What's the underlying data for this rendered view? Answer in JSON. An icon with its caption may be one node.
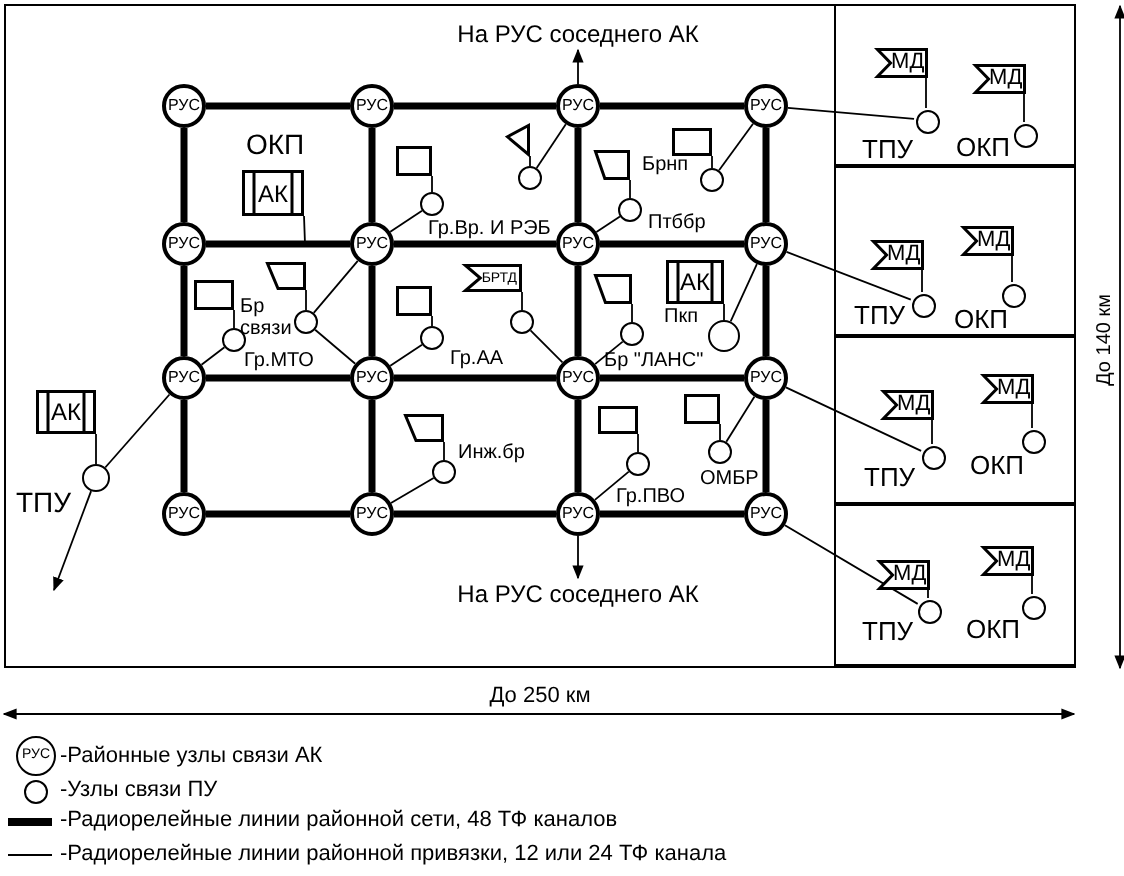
{
  "diagram": {
    "nodes": [
      {
        "text": [
          "На РУС соседнего АК"
        ]
      },
      {
        "text": [
          "РУС"
        ]
      },
      {
        "text": [
          "РУС"
        ]
      },
      {
        "text": [
          "РУС"
        ]
      },
      {
        "text": [
          "РУС"
        ]
      },
      {
        "text": [
          "РУС"
        ]
      },
      {
        "text": [
          "РУС"
        ]
      },
      {
        "text": [
          "РУС"
        ]
      },
      {
        "text": [
          "РУС"
        ]
      },
      {
        "text": [
          "РУС"
        ]
      },
      {
        "text": [
          "РУС"
        ]
      },
      {
        "text": [
          "РУС"
        ]
      },
      {
        "text": [
          "РУС"
        ]
      },
      {
        "text": [
          "РУС"
        ]
      },
      {
        "text": [
          "РУС"
        ]
      },
      {
        "text": [
          "РУС"
        ]
      },
      {
        "text": [
          "РУС"
        ]
      },
      {
        "text": [
          "На РУС соседнего АК"
        ]
      },
      {
        "text": [
          "АК"
        ],
        "beside": [
          "ОКП"
        ]
      },
      {
        "text": [],
        "shape": "flag"
      },
      {
        "text": [],
        "shape": "circle",
        "beside": [
          "Гр.Вр. И РЭБ"
        ]
      },
      {
        "text": [],
        "shape": "triangle"
      },
      {
        "text": [],
        "shape": "circle"
      },
      {
        "text": [],
        "shape": "flag"
      },
      {
        "text": [],
        "shape": "circle",
        "beside": [
          "Брнп"
        ]
      },
      {
        "text": [],
        "shape": "trapezoid"
      },
      {
        "text": [],
        "shape": "circle",
        "beside": [
          "Птббр"
        ]
      },
      {
        "text": [],
        "shape": "flag"
      },
      {
        "text": [],
        "shape": "circle",
        "beside": [
          "Гр.МТО"
        ]
      },
      {
        "text": [],
        "shape": "trapezoid"
      },
      {
        "text": [],
        "shape": "circle",
        "beside": [
          "Бр связи"
        ]
      },
      {
        "text": [],
        "shape": "flag"
      },
      {
        "text": [],
        "shape": "circle",
        "beside": [
          "Гр.АА"
        ]
      },
      {
        "text": [
          "БРТД"
        ]
      },
      {
        "text": [],
        "shape": "circle"
      },
      {
        "text": [
          "АК"
        ],
        "beside": [
          "Пкп"
        ]
      },
      {
        "text": [],
        "shape": "circle"
      },
      {
        "text": [],
        "shape": "trapezoid"
      },
      {
        "text": [],
        "shape": "circle",
        "beside": [
          "Бр \"ЛАНС\""
        ]
      },
      {
        "text": [
          "АК"
        ]
      },
      {
        "text": [],
        "shape": "circle",
        "beside": [
          "ТПУ"
        ]
      },
      {
        "text": [],
        "shape": "trapezoid"
      },
      {
        "text": [],
        "shape": "circle",
        "beside": [
          "Инж.бр"
        ]
      },
      {
        "text": [],
        "shape": "flag"
      },
      {
        "text": [],
        "shape": "circle",
        "beside": [
          "Гр.ПВО"
        ]
      },
      {
        "text": [],
        "shape": "flag"
      },
      {
        "text": [],
        "shape": "circle",
        "beside": [
          "ОМБР"
        ]
      },
      {
        "text": [],
        "shape": "box"
      },
      {
        "text": [
          "МД"
        ],
        "in": 47
      },
      {
        "text": [],
        "shape": "circle",
        "in": 47,
        "beside": [
          "ТПУ"
        ]
      },
      {
        "text": [
          "МД"
        ],
        "in": 47
      },
      {
        "text": [],
        "shape": "circle",
        "in": 47,
        "beside": [
          "ОКП"
        ]
      },
      {
        "text": [],
        "shape": "box"
      },
      {
        "text": [
          "МД"
        ],
        "in": 52
      },
      {
        "text": [],
        "shape": "circle",
        "in": 52,
        "beside": [
          "ТПУ"
        ]
      },
      {
        "text": [
          "МД"
        ],
        "in": 52
      },
      {
        "text": [],
        "shape": "circle",
        "in": 52,
        "beside": [
          "ОКП"
        ]
      },
      {
        "text": [],
        "shape": "box"
      },
      {
        "text": [
          "МД"
        ],
        "in": 57
      },
      {
        "text": [],
        "shape": "circle",
        "in": 57,
        "beside": [
          "ТПУ"
        ]
      },
      {
        "text": [
          "МД"
        ],
        "in": 57
      },
      {
        "text": [],
        "shape": "circle",
        "in": 57,
        "beside": [
          "ОКП"
        ]
      },
      {
        "text": [],
        "shape": "box"
      },
      {
        "text": [
          "МД"
        ],
        "in": 62
      },
      {
        "text": [],
        "shape": "circle",
        "in": 62,
        "beside": [
          "ТПУ"
        ]
      },
      {
        "text": [
          "МД"
        ],
        "in": 62
      },
      {
        "text": [],
        "shape": "circle",
        "in": 62,
        "beside": [
          "ОКП"
        ]
      }
    ],
    "edges": [
      {
        "from": 1,
        "to": 2,
        "arrow": "none",
        "style": "thick"
      },
      {
        "from": 2,
        "to": 3,
        "arrow": "none",
        "style": "thick"
      },
      {
        "from": 3,
        "to": 4,
        "arrow": "none",
        "style": "thick"
      },
      {
        "from": 5,
        "to": 6,
        "arrow": "none",
        "style": "thick"
      },
      {
        "from": 6,
        "to": 7,
        "arrow": "none",
        "style": "thick"
      },
      {
        "from": 7,
        "to": 8,
        "arrow": "none",
        "style": "thick"
      },
      {
        "from": 9,
        "to": 10,
        "arrow": "none",
        "style": "thick"
      },
      {
        "from": 10,
        "to": 11,
        "arrow": "none",
        "style": "thick"
      },
      {
        "from": 11,
        "to": 12,
        "arrow": "none",
        "style": "thick"
      },
      {
        "from": 13,
        "to": 14,
        "arrow": "none",
        "style": "thick"
      },
      {
        "from": 14,
        "to": 15,
        "arrow": "none",
        "style": "thick"
      },
      {
        "from": 15,
        "to": 16,
        "arrow": "none",
        "style": "thick"
      },
      {
        "from": 1,
        "to": 5,
        "arrow": "none",
        "style": "thick"
      },
      {
        "from": 2,
        "to": 6,
        "arrow": "none",
        "style": "thick"
      },
      {
        "from": 3,
        "to": 7,
        "arrow": "none",
        "style": "thick"
      },
      {
        "from": 4,
        "to": 8,
        "arrow": "none",
        "style": "thick"
      },
      {
        "from": 5,
        "to": 9,
        "arrow": "none",
        "style": "thick"
      },
      {
        "from": 6,
        "to": 10,
        "arrow": "none",
        "style": "thick"
      },
      {
        "from": 7,
        "to": 11,
        "arrow": "none",
        "style": "thick"
      },
      {
        "from": 8,
        "to": 12,
        "arrow": "none",
        "style": "thick"
      },
      {
        "from": 9,
        "to": 13,
        "arrow": "none",
        "style": "thick"
      },
      {
        "from": 10,
        "to": 14,
        "arrow": "none",
        "style": "thick"
      },
      {
        "from": 11,
        "to": 15,
        "arrow": "none",
        "style": "thick"
      },
      {
        "from": 12,
        "to": 16,
        "arrow": "none",
        "style": "thick"
      },
      {
        "from": 3,
        "to": 0,
        "arrow": "to"
      },
      {
        "from": 15,
        "to": 17,
        "arrow": "to"
      },
      {
        "from": 18,
        "to": 6,
        "arrow": "none"
      },
      {
        "from": 19,
        "to": 20,
        "arrow": "none"
      },
      {
        "from": 21,
        "to": 22,
        "arrow": "none"
      },
      {
        "from": 23,
        "to": 24,
        "arrow": "none"
      },
      {
        "from": 25,
        "to": 26,
        "arrow": "none"
      },
      {
        "from": 27,
        "to": 28,
        "arrow": "none"
      },
      {
        "from": 29,
        "to": 30,
        "arrow": "none"
      },
      {
        "from": 31,
        "to": 32,
        "arrow": "none"
      },
      {
        "from": 33,
        "to": 34,
        "arrow": "none"
      },
      {
        "from": 35,
        "to": 36,
        "arrow": "none"
      },
      {
        "from": 37,
        "to": 38,
        "arrow": "none"
      },
      {
        "from": 39,
        "to": 40,
        "arrow": "none"
      },
      {
        "from": 41,
        "to": 42,
        "arrow": "none"
      },
      {
        "from": 43,
        "to": 44,
        "arrow": "none"
      },
      {
        "from": 45,
        "to": 46,
        "arrow": "none"
      },
      {
        "from": 48,
        "to": 49,
        "arrow": "none"
      },
      {
        "from": 50,
        "to": 51,
        "arrow": "none"
      },
      {
        "from": 53,
        "to": 54,
        "arrow": "none"
      },
      {
        "from": 55,
        "to": 56,
        "arrow": "none"
      },
      {
        "from": 58,
        "to": 59,
        "arrow": "none"
      },
      {
        "from": 60,
        "to": 61,
        "arrow": "none"
      },
      {
        "from": 63,
        "to": 64,
        "arrow": "none"
      },
      {
        "from": 65,
        "to": 66,
        "arrow": "none"
      },
      {
        "from": 20,
        "to": 6,
        "arrow": "none"
      },
      {
        "from": 22,
        "to": 3,
        "arrow": "none"
      },
      {
        "from": 24,
        "to": 4,
        "arrow": "none"
      },
      {
        "from": 26,
        "to": 7,
        "arrow": "none"
      },
      {
        "from": 28,
        "to": 9,
        "arrow": "none"
      },
      {
        "from": 30,
        "to": 6,
        "arrow": "none"
      },
      {
        "from": 30,
        "to": 10,
        "arrow": "none"
      },
      {
        "from": 32,
        "to": 10,
        "arrow": "none"
      },
      {
        "from": 34,
        "to": 11,
        "arrow": "none"
      },
      {
        "from": 36,
        "to": 8,
        "arrow": "none"
      },
      {
        "from": 38,
        "to": 11,
        "arrow": "none"
      },
      {
        "from": 40,
        "to": 9,
        "arrow": "none"
      },
      {
        "from": 40,
        "to": null,
        "arrow": "to"
      },
      {
        "from": 42,
        "to": 14,
        "arrow": "none"
      },
      {
        "from": 44,
        "to": 15,
        "arrow": "none"
      },
      {
        "from": 46,
        "to": 12,
        "arrow": "none"
      },
      {
        "from": 4,
        "to": 49,
        "arrow": "none"
      },
      {
        "from": 8,
        "to": 54,
        "arrow": "none"
      },
      {
        "from": 12,
        "to": 59,
        "arrow": "none"
      },
      {
        "from": 16,
        "to": 64,
        "arrow": "none"
      }
    ],
    "labels": [
      "До 140 км",
      "До 250 км",
      "РУС"
    ],
    "legend": [
      {
        "text": "-Районные узлы связи АК"
      },
      {
        "text": "-Узлы связи ПУ"
      },
      {
        "text": "-Радиорелейные линии районной сети, 48 ТФ каналов"
      },
      {
        "text": "-Радиорелейные линии районной привязки, 12 или 24 ТФ канала"
      }
    ]
  }
}
